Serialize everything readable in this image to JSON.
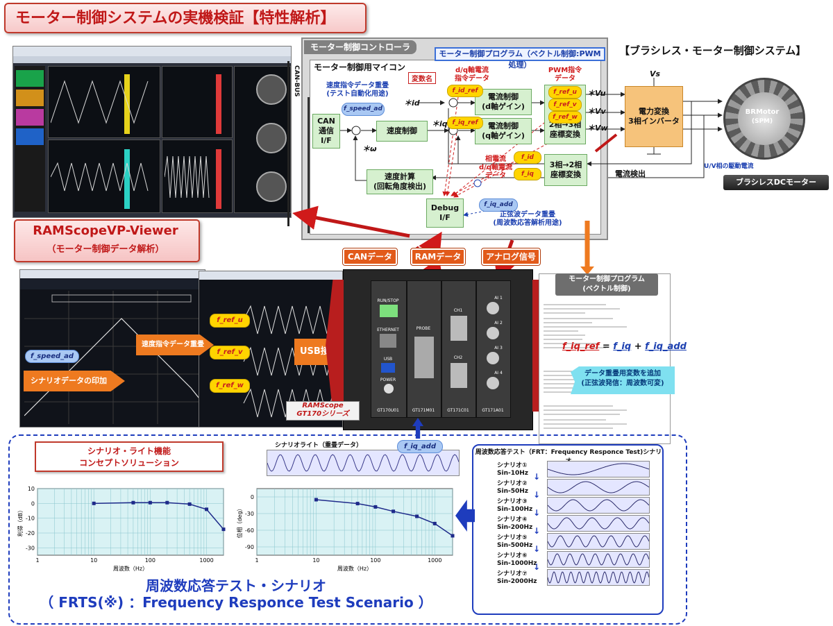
{
  "title": "モーター制御システムの実機検証【特性解析】",
  "system_title": "【ブラシレス・モーター制御システム】",
  "controller": {
    "label": "モーター制御コントローラ",
    "program_label": "モーター制御プログラム（ベクトル制御:PWM処理）",
    "mcu_label": "モーター制御用マイコン",
    "can_bus": "CAN-BUS",
    "var_name": "変数名",
    "dq_cmd": "d/q軸電流\n指令データ",
    "pwm_cmd": "PWM指令\nデータ",
    "speed_overlay": "速度指令データ重畳\n(テスト自動化用途)",
    "phase_current": "相電流\nd/q軸電流\nデータ",
    "sine_overlay": "正弦波データ重畳\n(周波数応答解析用途)",
    "blocks": {
      "can_if": "CAN\n通信\nI/F",
      "speed_ctrl": "速度制御",
      "cur_d": "電流制御\n(d軸ゲイン)",
      "cur_q": "電流制御\n(q軸ゲイン)",
      "conv_23": "2相→3相\n座標変換",
      "conv_32": "3相→2相\n座標変換",
      "speed_calc": "速度計算\n(回転角度検出)",
      "debug_if": "Debug\nI/F",
      "inverter": "電力変換\n3相インバータ"
    },
    "vars": {
      "f_speed_ad": "f_speed_ad",
      "f_id_ref": "f_id_ref",
      "f_iq_ref": "f_iq_ref",
      "f_ref_u": "f_ref_u",
      "f_ref_v": "f_ref_v",
      "f_ref_w": "f_ref_w",
      "f_id": "f_id",
      "f_iq": "f_iq",
      "f_iq_add": "f_iq_add"
    },
    "signals": {
      "id": "＊id",
      "iq": "＊iq",
      "omega": "＊ω",
      "vu": "＊Vu",
      "vv": "＊Vv",
      "vw": "＊Vw",
      "vs": "Vs",
      "current_detect": "電流検出",
      "uv_current": "U/V相の駆動電流"
    }
  },
  "motor": {
    "name": "BRMotor",
    "type": "(SPM)",
    "badge": "ブラシレスDCモーター"
  },
  "viewer": {
    "title": "RAMScopeVP-Viewer",
    "subtitle": "（モーター制御データ解析）"
  },
  "badges": {
    "can": "CANデータ",
    "ram": "RAMデータ",
    "analog": "アナログ信号",
    "usb": "USB接続"
  },
  "screens": {
    "speed_cmd": "速度指令データ重畳",
    "scenario_print": "シナリオデータの印加",
    "f_speed_ad": "f_speed_ad",
    "f_ref_u": "f_ref_u",
    "f_ref_v": "f_ref_v",
    "f_ref_w": "f_ref_w"
  },
  "device": {
    "brand": "RAMScope",
    "series": "GT170シリーズ",
    "modules": [
      "GT170U01",
      "GT171M01",
      "GT171C01",
      "GT171A01"
    ],
    "labels": [
      "RUN/STOP",
      "ETHERNET",
      "USB",
      "POWER",
      "PROBE",
      "CH1",
      "CH2",
      "AI 1",
      "AI 2",
      "AI 3",
      "AI 4"
    ]
  },
  "program_doc": {
    "header": "モーター制御プログラム\n(ベクトル制御)",
    "equation": {
      "lhs": "f_iq_ref",
      "eq": " = ",
      "a": "f_iq",
      "plus": " + ",
      "b": "f_iq_add"
    },
    "callout": "データ重畳用変数を追加\n(正弦波発信：周波数可変)"
  },
  "scenario": {
    "box": "シナリオ・ライト機能\nコンセプトソリューション",
    "write_label": "シナリオライト（重畳データ）",
    "f_iq_add": "f_iq_add",
    "frt_head": "周波数応答テスト（FRT：Frequency Responce Test)シナリオ",
    "items": [
      {
        "name": "シナリオ①",
        "freq": "Sin-10Hz"
      },
      {
        "name": "シナリオ②",
        "freq": "Sin-50Hz"
      },
      {
        "name": "シナリオ③",
        "freq": "Sin-100Hz"
      },
      {
        "name": "シナリオ④",
        "freq": "Sin-200Hz"
      },
      {
        "name": "シナリオ⑤",
        "freq": "Sin-500Hz"
      },
      {
        "name": "シナリオ⑥",
        "freq": "Sin-1000Hz"
      },
      {
        "name": "シナリオ⑦",
        "freq": "Sin-2000Hz"
      }
    ],
    "title": "周波数応答テスト・シナリオ",
    "subtitle": "（ FRTS(※) ：Frequency Responce Test Scenario ）"
  },
  "chart_data": [
    {
      "type": "line",
      "title": "",
      "xlabel": "周波数（Hz）",
      "ylabel": "利得（dB）",
      "xscale": "log",
      "xlim": [
        1,
        2000
      ],
      "ylim": [
        -35,
        10
      ],
      "xticks": [
        "1",
        "10",
        "100",
        "1000"
      ],
      "yticks": [
        "10",
        "0",
        "-10",
        "-20",
        "-30"
      ],
      "grid": true,
      "x": [
        10,
        50,
        100,
        200,
        500,
        1000,
        2000
      ],
      "y": [
        0,
        0.5,
        0.5,
        0.5,
        -0.5,
        -4,
        -17.5
      ]
    },
    {
      "type": "line",
      "title": "",
      "xlabel": "周波数（Hz）",
      "ylabel": "位相（deg）",
      "xscale": "log",
      "xlim": [
        1,
        2000
      ],
      "ylim": [
        -105,
        15
      ],
      "xticks": [
        "1",
        "10",
        "100",
        "1000"
      ],
      "yticks": [
        "0",
        "-30",
        "-60",
        "-90"
      ],
      "grid": true,
      "x": [
        10,
        50,
        100,
        200,
        500,
        1000,
        2000
      ],
      "y": [
        -5,
        -12,
        -18,
        -26,
        -35,
        -48,
        -70
      ]
    }
  ]
}
